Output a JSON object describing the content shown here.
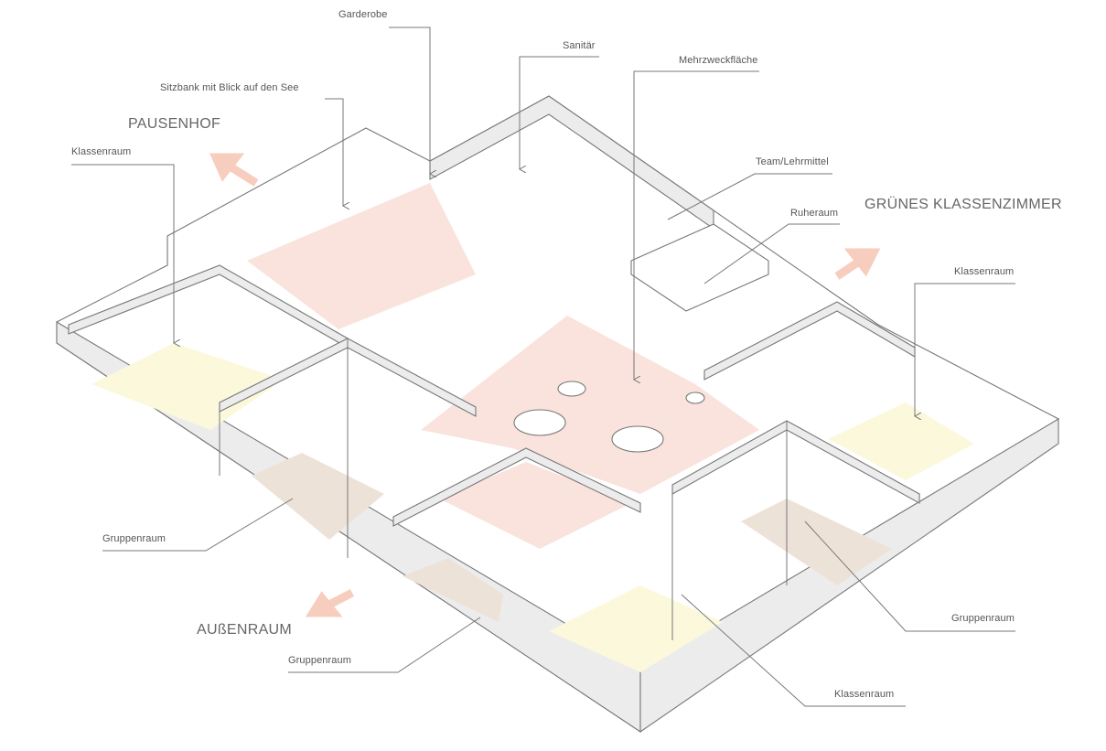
{
  "labels": {
    "garderobe": "Garderobe",
    "sanitaer": "Sanitär",
    "mehrzweck": "Mehrzweckfläche",
    "sitzbank": "Sitzbank mit Blick auf den See",
    "klassenraum_left": "Klassenraum",
    "team": "Team/Lehrmittel",
    "ruheraum": "Ruheraum",
    "klassenraum_right": "Klassenraum",
    "gruppenraum_left": "Gruppenraum",
    "gruppenraum_bottom": "Gruppenraum",
    "gruppenraum_right": "Gruppenraum",
    "klassenraum_bottom": "Klassenraum"
  },
  "zones": {
    "pausenhof": "PAUSENHOF",
    "gruenes_klassenzimmer": "GRÜNES KLASSENZIMMER",
    "aussenraum": "AUßENRAUM"
  },
  "colors": {
    "classroom_floor": "#fbf8dc",
    "common_floor": "#f9e3dc",
    "group_floor": "#ede2d8",
    "arrow": "#f7cdbd",
    "wall": "#ececec",
    "line": "#777777"
  }
}
